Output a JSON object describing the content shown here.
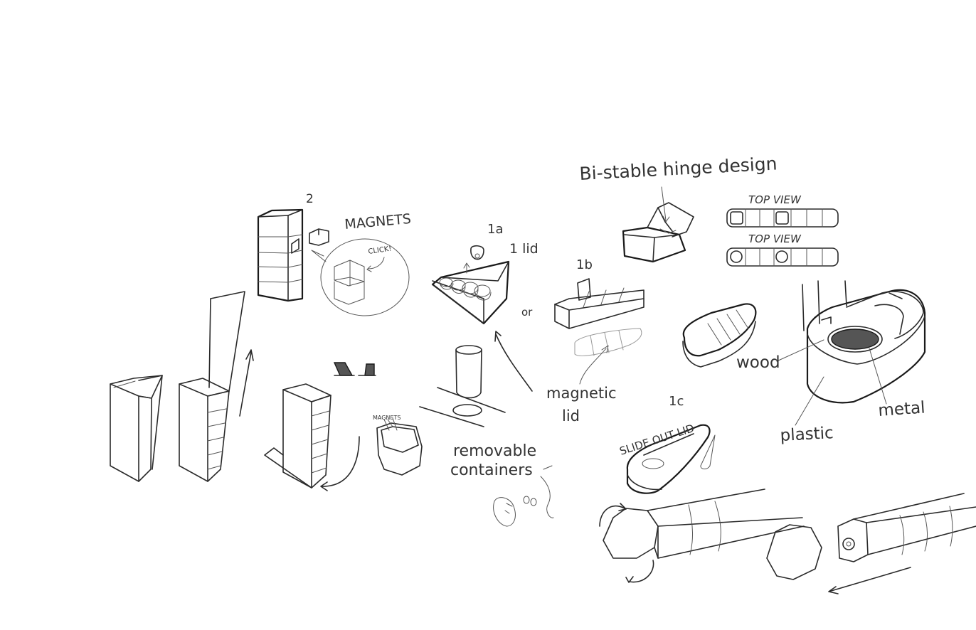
{
  "canvas": {
    "background": "#ffffff",
    "ink_color": "#2a2a2a"
  },
  "labels": {
    "hinge_title": "Bi-stable hinge design",
    "top_view_1": "TOP VIEW",
    "top_view_2": "TOP VIEW",
    "num_2": "2",
    "magnets": "MAGNETS",
    "click": "CLICK!",
    "num_1a": "1a",
    "one_lid": "1 lid",
    "num_1b": "1b",
    "or": "or",
    "magnetic_lid_1": "magnetic",
    "magnetic_lid_2": "lid",
    "magnets_small": "MAGNETS",
    "removable_1": "removable",
    "removable_2": "containers",
    "num_1c": "1c",
    "slide_out_lid": "SLIDE OUT LID",
    "wood": "wood",
    "metal": "metal",
    "plastic": "plastic"
  }
}
